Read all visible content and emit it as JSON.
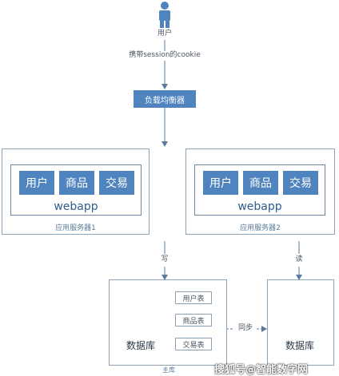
{
  "user": {
    "label": "用户",
    "icon": "person-icon"
  },
  "carry_label": "携带session的cookie",
  "load_balancer": "负载均衡器",
  "servers": [
    {
      "modules": [
        "用户",
        "商品",
        "交易"
      ],
      "app": "webapp",
      "label": "应用服务器1"
    },
    {
      "modules": [
        "用户",
        "商品",
        "交易"
      ],
      "app": "webapp",
      "label": "应用服务器2"
    }
  ],
  "write_label": "写",
  "read_label": "读",
  "primary_db": {
    "label": "数据库",
    "tables": [
      "用户表",
      "商品表",
      "交易表"
    ],
    "bottom_label": "主库"
  },
  "sync_label": "同步",
  "replica_db": {
    "label": "数据库"
  },
  "watermark": "搜狐号@智能数字网",
  "colors": {
    "accent": "#4f84bf",
    "line": "#5b7a99",
    "border": "#8aa3b8"
  }
}
